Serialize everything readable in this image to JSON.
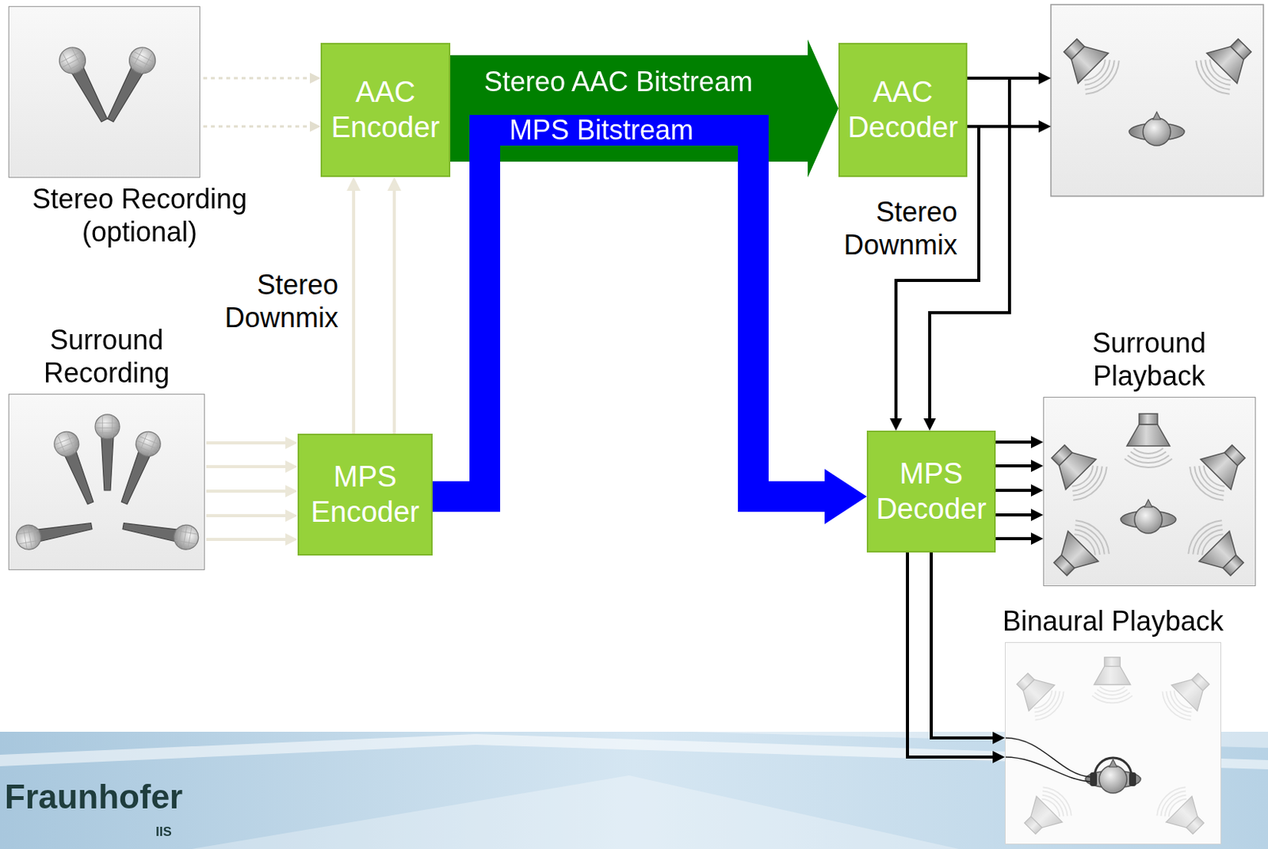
{
  "diagram": {
    "nodes": [
      {
        "text": [
          "Stereo Recording (optional)"
        ]
      },
      {
        "text": [
          "AAC Encoder"
        ]
      },
      {
        "text": [
          "AAC Decoder"
        ]
      },
      {
        "text": [
          "Surround Recording"
        ]
      },
      {
        "text": [
          "MPS Encoder"
        ]
      },
      {
        "text": [
          "MPS Decoder"
        ]
      },
      {
        "text": [
          "Surround Playback"
        ]
      },
      {
        "text": [
          "Binaural Playback"
        ]
      }
    ],
    "edges": [
      {
        "from": 0,
        "to": 1,
        "arrow": "to"
      },
      {
        "from": 3,
        "to": 4,
        "arrow": "to"
      },
      {
        "from": 4,
        "to": 1,
        "label": "Stereo Downmix",
        "arrow": "to"
      },
      {
        "from": 1,
        "to": 2,
        "label": "Stereo AAC Bitstream",
        "arrow": "to"
      },
      {
        "from": 4,
        "to": 5,
        "label": "MPS Bitstream",
        "arrow": "to"
      },
      {
        "from": 2,
        "to": 5,
        "label": "Stereo Downmix",
        "arrow": "to"
      },
      {
        "from": 5,
        "to": 6,
        "arrow": "to"
      },
      {
        "from": 5,
        "to": 7,
        "arrow": "to"
      }
    ],
    "labels": [
      "Fraunhofer",
      "IIS"
    ]
  }
}
